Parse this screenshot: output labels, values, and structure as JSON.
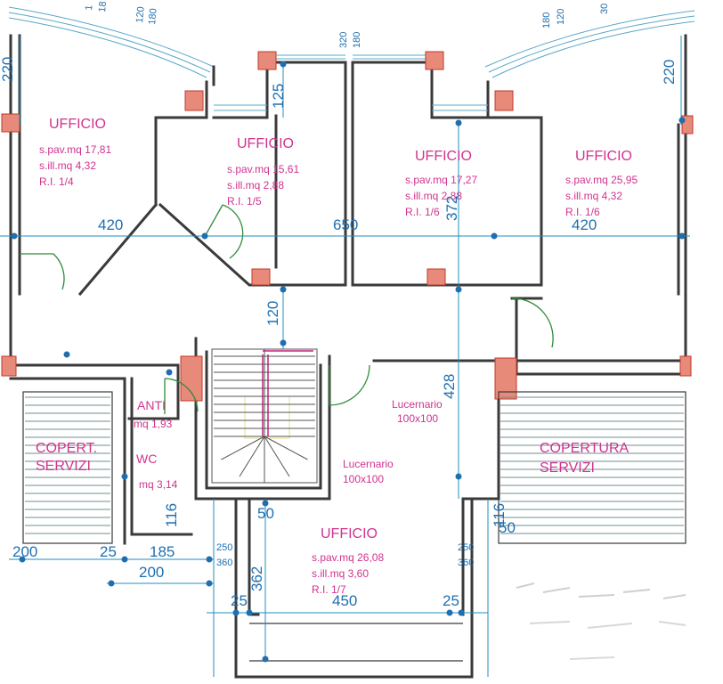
{
  "rooms": [
    {
      "name": "UFFICIO",
      "spav": "s.pav.mq 17,81",
      "sill": "s.ill.mq 4,32",
      "ri": "R.I. 1/4"
    },
    {
      "name": "UFFICIO",
      "spav": "s.pav.mq 15,61",
      "sill": "s.ill.mq 2,88",
      "ri": "R.I. 1/5"
    },
    {
      "name": "UFFICIO",
      "spav": "s.pav.mq 17,27",
      "sill": "s.ill.mq 2,88",
      "ri": "R.I. 1/6"
    },
    {
      "name": "UFFICIO",
      "spav": "s.pav.mq 25,95",
      "sill": "s.ill.mq 4,32",
      "ri": "R.I. 1/6"
    },
    {
      "name": "UFFICIO",
      "spav": "s.pav.mq 26,08",
      "sill": "s.ill.mq 3,60",
      "ri": "R.I. 1/7"
    }
  ],
  "anti": {
    "name": "ANTI",
    "area": "mq 1,93"
  },
  "wc": {
    "name": "WC",
    "area": "mq 3,14"
  },
  "copert_left": {
    "line1": "COPERT.",
    "line2": "SERVIZI"
  },
  "copert_right": {
    "line1": "COPERTURA",
    "line2": "SERVIZI"
  },
  "lucernario1": {
    "line1": "Lucernario",
    "line2": "100x100"
  },
  "lucernario2": {
    "line1": "Lucernario",
    "line2": "100x100"
  },
  "dims": {
    "d220_left": "220",
    "d220_right": "220",
    "d125": "125",
    "d320": "320",
    "d180_top": "180",
    "d120_tl": "120",
    "d180_tl": "180",
    "d18_tl": "18",
    "d1_tl": "1",
    "d120_tr": "120",
    "d180_tr": "180",
    "d30_tr": "30",
    "d420_left": "420",
    "d650": "650",
    "d372": "372",
    "d420_right": "420",
    "d120_mid": "120",
    "d428": "428",
    "d116_left": "116",
    "d116_right": "116",
    "d50_left": "50",
    "d50_right": "50",
    "d200_a": "200",
    "d25_a": "25",
    "d185": "185",
    "d200_b": "200",
    "d250_l": "250",
    "d360_l": "360",
    "d362": "362",
    "d25_b": "25",
    "d450": "450",
    "d25_c": "25",
    "d250_r": "250",
    "d360_r": "360"
  }
}
